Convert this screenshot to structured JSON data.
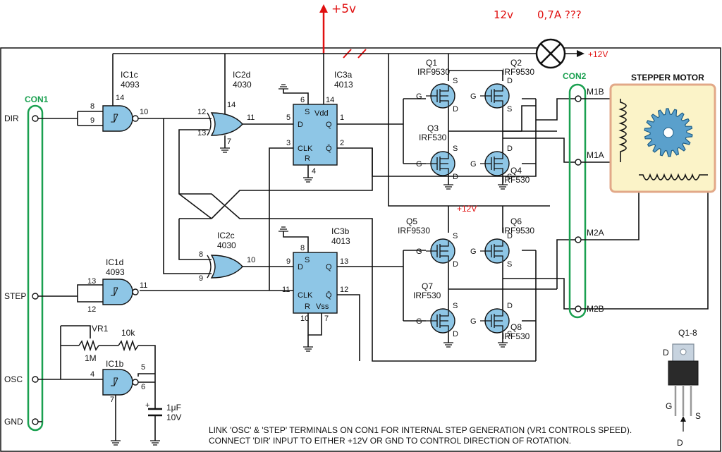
{
  "annotations": {
    "supply_5v": "+5v",
    "lamp_voltage": "12v",
    "lamp_current": "0,7A ???",
    "supply_12v": "+12V",
    "supply_12v_mid": "+12V"
  },
  "connectors": {
    "con1": "CON1",
    "con2": "CON2",
    "con1_pins": [
      "DIR",
      "STEP",
      "OSC",
      "GND"
    ],
    "con2_pins": [
      "M1B",
      "M1A",
      "M2A",
      "M2B"
    ]
  },
  "ics": {
    "ic1c": {
      "name": "IC1c",
      "part": "4093",
      "pins": [
        "8",
        "9",
        "10",
        "14"
      ]
    },
    "ic2d": {
      "name": "IC2d",
      "part": "4030",
      "pins": [
        "12",
        "13",
        "11",
        "14",
        "7"
      ]
    },
    "ic3a": {
      "name": "IC3a",
      "part": "4013",
      "pins": [
        "5",
        "3",
        "1",
        "2",
        "6",
        "14",
        "4"
      ],
      "labels": [
        "D",
        "CLK",
        "S",
        "R",
        "Vdd",
        "Q",
        "Q̄"
      ]
    },
    "ic2c": {
      "name": "IC2c",
      "part": "4030",
      "pins": [
        "8",
        "9",
        "10"
      ]
    },
    "ic3b": {
      "name": "IC3b",
      "part": "4013",
      "pins": [
        "9",
        "11",
        "13",
        "12",
        "8",
        "10",
        "7"
      ],
      "labels": [
        "D",
        "CLK",
        "S",
        "R",
        "Vss",
        "Q",
        "Q̄"
      ]
    },
    "ic1d": {
      "name": "IC1d",
      "part": "4093",
      "pins": [
        "13",
        "12",
        "11"
      ]
    },
    "ic1b": {
      "name": "IC1b",
      "part": "",
      "pins": [
        "4",
        "5",
        "6",
        "7"
      ]
    }
  },
  "transistors": [
    {
      "name": "Q1",
      "part": "IRF9530"
    },
    {
      "name": "Q2",
      "part": "IRF9530"
    },
    {
      "name": "Q3",
      "part": "IRF530"
    },
    {
      "name": "Q4",
      "part": "IRF530"
    },
    {
      "name": "Q5",
      "part": "IRF9530"
    },
    {
      "name": "Q6",
      "part": "IRF9530"
    },
    {
      "name": "Q7",
      "part": "IRF530"
    },
    {
      "name": "Q8",
      "part": "IRF530"
    }
  ],
  "fet_pin_labels": {
    "gate": "G",
    "drain": "D",
    "source": "S"
  },
  "passives": {
    "vr1": "VR1",
    "vr1_value": "1M",
    "resistor": "10k",
    "cap_value": "1μF",
    "cap_voltage": "10V"
  },
  "motor": {
    "title": "STEPPER MOTOR"
  },
  "package": {
    "title": "Q1-8",
    "pins": [
      "D",
      "G",
      "S",
      "D"
    ]
  },
  "notes": [
    "LINK 'OSC' & 'STEP' TERMINALS ON CON1 FOR INTERNAL STEP GENERATION (VR1 CONTROLS SPEED).",
    "CONNECT 'DIR' INPUT TO EITHER +12V OR GND TO CONTROL DIRECTION OF ROTATION."
  ],
  "colors": {
    "annotation_red": "#e01010",
    "connector_green": "#1aa050",
    "chip_blue": "#8ec6e6",
    "motor_fill": "#fbf3c8",
    "motor_border": "#e2a888",
    "gear": "#5aa0cc"
  }
}
